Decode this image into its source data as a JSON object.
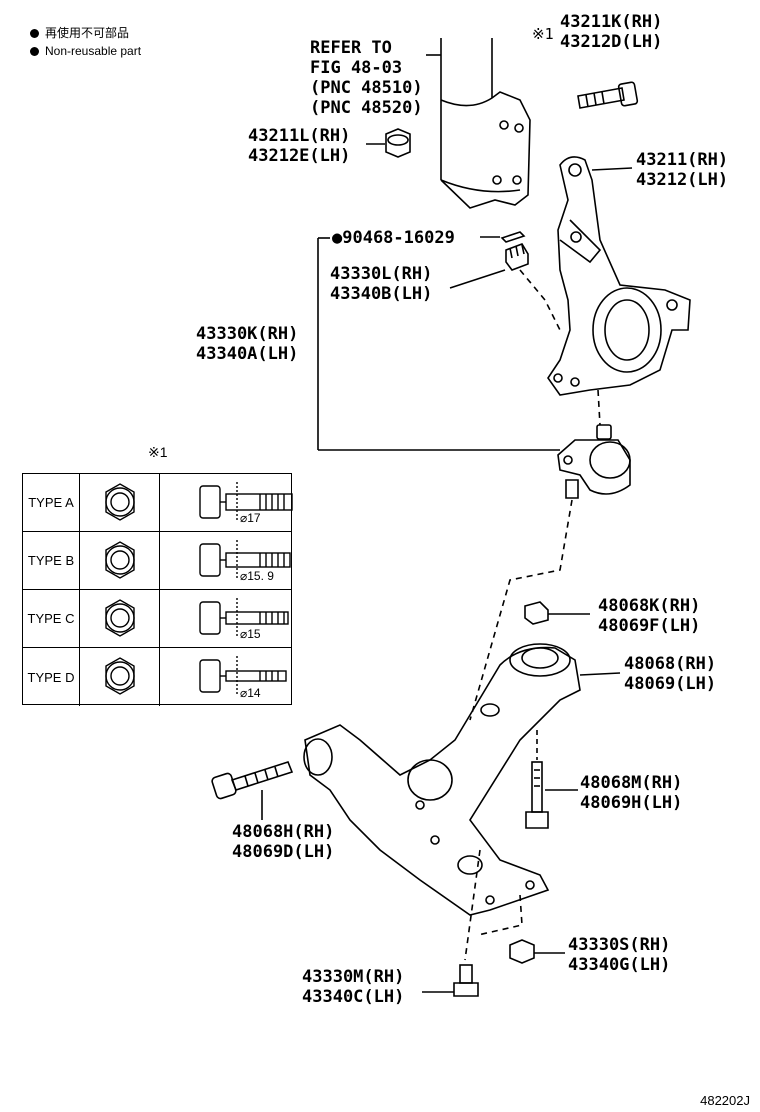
{
  "legend": {
    "cn": "再使用不可部品",
    "en": "Non-reusable part"
  },
  "labels": {
    "refer": [
      "REFER TO",
      "FIG 48-03",
      "(PNC 48510)",
      "(PNC 48520)"
    ],
    "bolt_top": [
      "43211K(RH)",
      "43212D(LH)"
    ],
    "bolt_top_note": "※1",
    "nut_top": [
      "43211L(RH)",
      "43212E(LH)"
    ],
    "knuckle": [
      "43211(RH)",
      "43212(LH)"
    ],
    "pin": "●90468-16029",
    "castle_nut": [
      "43330L(RH)",
      "43340B(LH)"
    ],
    "ball_joint": [
      "43330K(RH)",
      "43340A(LH)"
    ],
    "nut_arm": [
      "48068K(RH)",
      "48069F(LH)"
    ],
    "lower_arm": [
      "48068(RH)",
      "48069(LH)"
    ],
    "bolt_arm_rear": [
      "48068M(RH)",
      "48069H(LH)"
    ],
    "bolt_arm_front": [
      "48068H(RH)",
      "48069D(LH)"
    ],
    "nut_bottom": [
      "43330S(RH)",
      "43340G(LH)"
    ],
    "bolt_bottom": [
      "43330M(RH)",
      "43340C(LH)"
    ]
  },
  "table": {
    "note": "※1",
    "rows": [
      {
        "type": "TYPE A",
        "dia": "⌀17"
      },
      {
        "type": "TYPE B",
        "dia": "⌀15. 9"
      },
      {
        "type": "TYPE C",
        "dia": "⌀15"
      },
      {
        "type": "TYPE D",
        "dia": "⌀14"
      }
    ]
  },
  "footer": "482202J"
}
